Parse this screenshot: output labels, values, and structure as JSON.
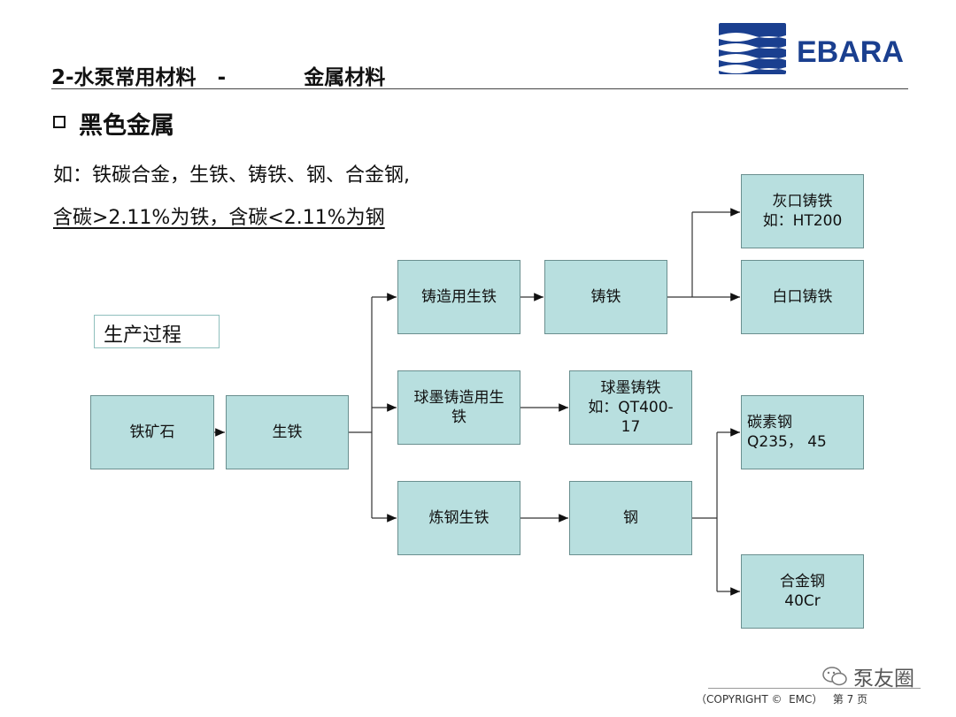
{
  "header": {
    "title": "2-水泵常用材料   -           金属材料",
    "logo_text": "EBARA",
    "brand_color": "#1a3f8f"
  },
  "section": {
    "heading": "黑色金属",
    "line1": "如：铁碳合金，生铁、铸铁、钢、合金钢,",
    "line2": "含碳>2.11%为铁，含碳<2.11%为钢"
  },
  "diagram": {
    "label": "生产过程",
    "nodes": {
      "iron_ore": "铁矿石",
      "pig_iron": "生铁",
      "casting_pig_iron": "铸造用生铁",
      "cast_iron": "铸铁",
      "gray_cast_iron": "灰口铸铁\n如：HT200",
      "white_cast_iron": "白口铸铁",
      "nodular_pig_iron": "球墨铸造用生\n铁",
      "nodular_cast_iron": "球墨铸铁\n如：QT400-\n17",
      "steelmaking_pig_iron": "炼钢生铁",
      "steel": "钢",
      "carbon_steel": "碳素钢\nQ235， 45",
      "alloy_steel": "合金钢\n40Cr"
    },
    "node_color": "#b8dfdf"
  },
  "footer": {
    "copyright": "（COPYRIGHT ©  EMC）   第 7 页",
    "watermark": "泵友圈"
  }
}
